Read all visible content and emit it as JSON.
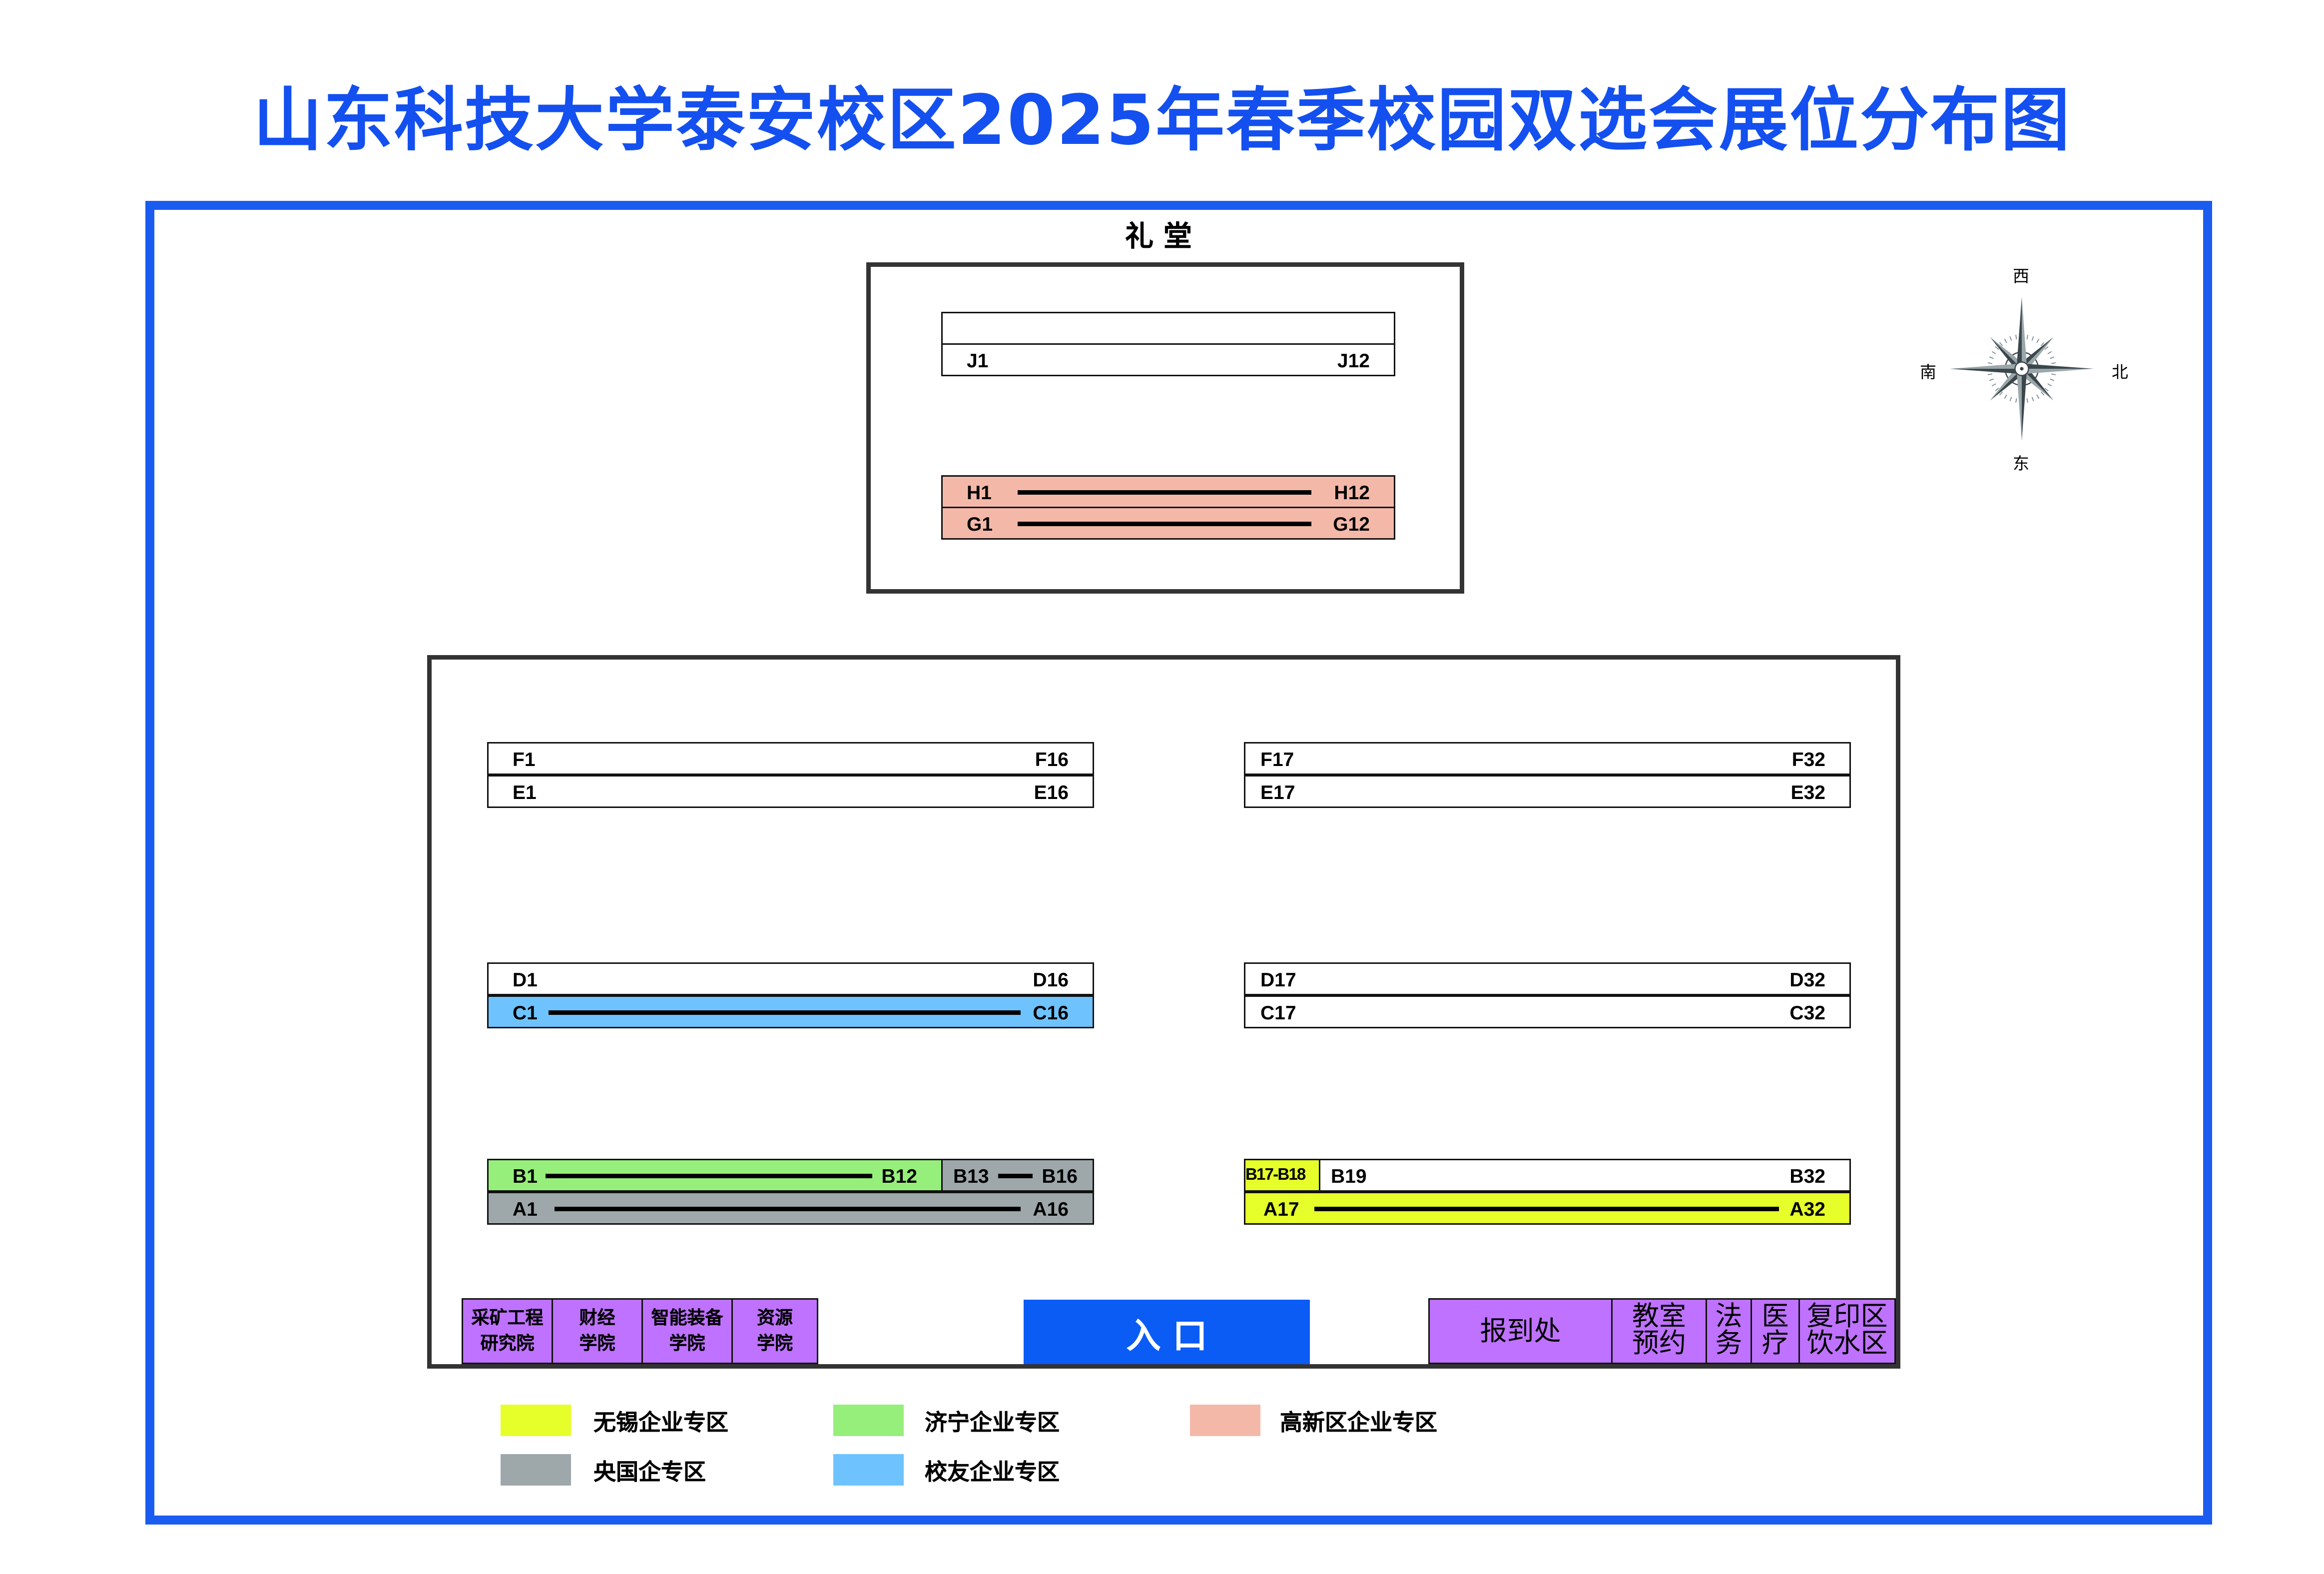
{
  "title": "山东科技大学泰安校区2025年春季校园双选会展位分布图",
  "auditorium": {
    "label": "礼 堂",
    "rows": [
      {
        "left": "J1",
        "right": "J12"
      },
      {
        "left": "H1",
        "right": "H12"
      },
      {
        "left": "G1",
        "right": "G12"
      }
    ]
  },
  "hall": {
    "left_rows": [
      {
        "left": "F1",
        "right": "F16"
      },
      {
        "left": "E1",
        "right": "E16"
      },
      {
        "left": "D1",
        "right": "D16"
      },
      {
        "left": "C1",
        "right": "C16"
      },
      {
        "left": "B1",
        "right": "B12",
        "extra_left": "B13",
        "extra_right": "B16"
      },
      {
        "left": "A1",
        "right": "A16"
      }
    ],
    "right_rows": [
      {
        "left": "F17",
        "right": "F32"
      },
      {
        "left": "E17",
        "right": "E32"
      },
      {
        "left": "D17",
        "right": "D32"
      },
      {
        "left": "C17",
        "right": "C32"
      },
      {
        "special": "B17-B18",
        "left": "B19",
        "right": "B32"
      },
      {
        "left": "A17",
        "right": "A32"
      }
    ],
    "colleges": [
      {
        "line1": "采矿工程",
        "line2": "研究院"
      },
      {
        "line1": "财经",
        "line2": "学院"
      },
      {
        "line1": "智能装备",
        "line2": "学院"
      },
      {
        "line1": "资源",
        "line2": "学院"
      }
    ],
    "entrance": "入 口",
    "services": [
      {
        "line1": "报到处",
        "line2": ""
      },
      {
        "line1": "教室",
        "line2": "预约"
      },
      {
        "line1": "法",
        "line2": "务"
      },
      {
        "line1": "医",
        "line2": "疗"
      },
      {
        "line1": "复印区",
        "line2": "饮水区"
      }
    ]
  },
  "compass": {
    "top": "西",
    "bottom": "东",
    "left": "南",
    "right": "北"
  },
  "legend": [
    {
      "label": "无锡企业专区",
      "color": "#e6ff2a"
    },
    {
      "label": "济宁企业专区",
      "color": "#96ef7a"
    },
    {
      "label": "高新区企业专区",
      "color": "#f4b8a8"
    },
    {
      "label": "央国企专区",
      "color": "#9ea8ab"
    },
    {
      "label": "校友企业专区",
      "color": "#6ec3ff"
    }
  ],
  "colors": {
    "yellow": "#e6ff2a",
    "green": "#96ef7a",
    "pink": "#f4b8a8",
    "gray": "#9ea8ab",
    "blue": "#6ec3ff",
    "purple": "#be72ff",
    "entrance": "#0a5cf5",
    "frame": "#1a5cf0"
  }
}
